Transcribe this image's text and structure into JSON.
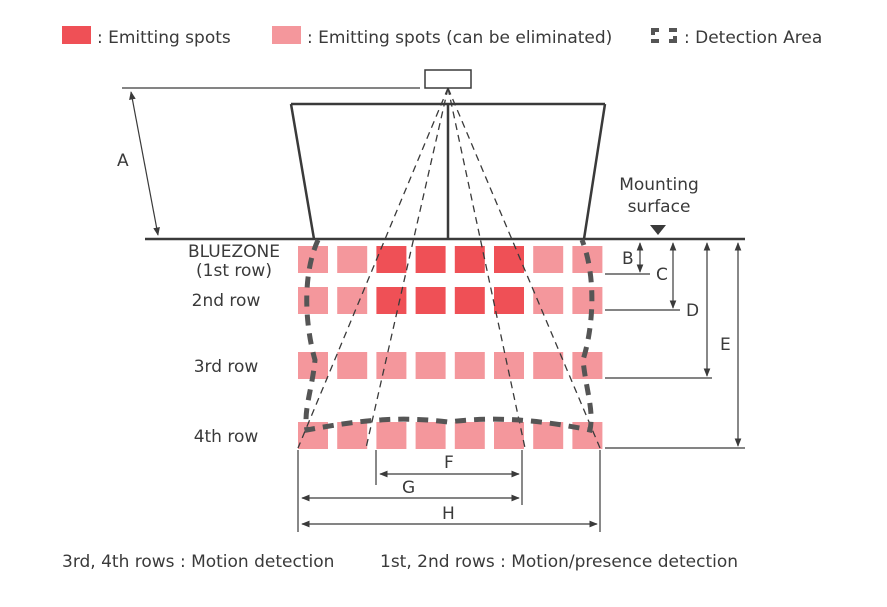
{
  "legend": {
    "emitting": {
      "label": ": Emitting spots",
      "color": "#ef5056"
    },
    "eliminable": {
      "label": ": Emitting spots (can be eliminated)",
      "color": "#f4979c"
    },
    "detection": {
      "label": ": Detection Area",
      "color": "#555555"
    }
  },
  "mounting_surface": {
    "line1": "Mounting",
    "line2": "surface"
  },
  "rows": [
    {
      "label_line1": "BLUEZONE",
      "label_line2": "(1st row)",
      "spots": [
        "e",
        "e",
        "a",
        "a",
        "a",
        "a",
        "e",
        "e"
      ]
    },
    {
      "label_line1": "2nd row",
      "label_line2": "",
      "spots": [
        "e",
        "e",
        "a",
        "a",
        "a",
        "a",
        "e",
        "e"
      ]
    },
    {
      "label_line1": "3rd row",
      "label_line2": "",
      "spots": [
        "e",
        "e",
        "e",
        "e",
        "e",
        "e",
        "e",
        "e"
      ]
    },
    {
      "label_line1": "4th row",
      "label_line2": "",
      "spots": [
        "e",
        "e",
        "e",
        "e",
        "e",
        "e",
        "e",
        "e"
      ]
    }
  ],
  "dimensions": {
    "A": "A",
    "B": "B",
    "C": "C",
    "D": "D",
    "E": "E",
    "F": "F",
    "G": "G",
    "H": "H"
  },
  "footer": {
    "left": "3rd, 4th rows : Motion detection",
    "right": "1st, 2nd rows : Motion/presence detection"
  },
  "colors": {
    "line": "#3a3a3a",
    "detection_dash": "#555555"
  }
}
